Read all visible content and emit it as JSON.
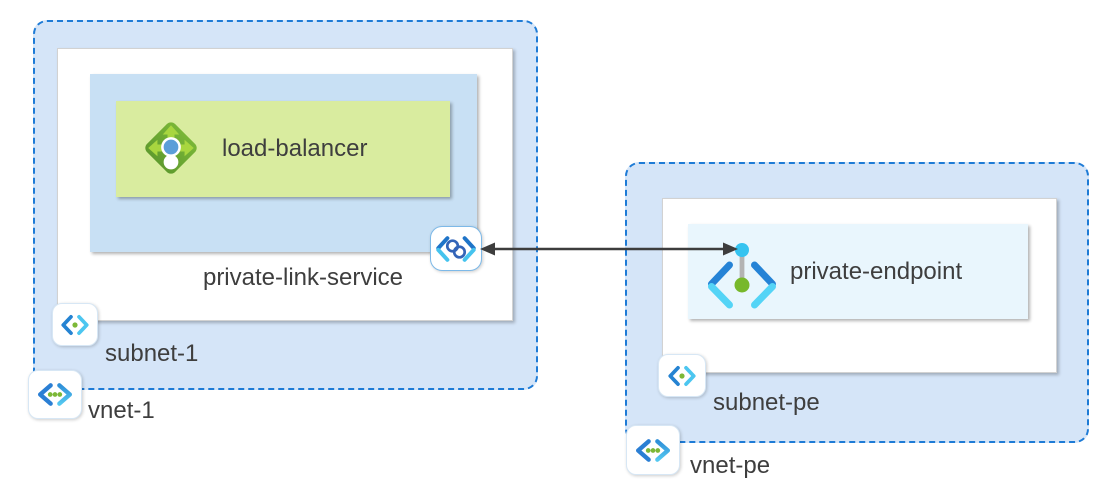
{
  "diagram": {
    "type": "azure-private-link-network-diagram",
    "left_group": {
      "vnet_label": "vnet-1",
      "subnet_label": "subnet-1",
      "private_link_service_label": "private-link-service",
      "load_balancer_label": "load-balancer"
    },
    "right_group": {
      "vnet_label": "vnet-pe",
      "subnet_label": "subnet-pe",
      "private_endpoint_label": "private-endpoint"
    },
    "icons": {
      "load_balancer": "load-balancer-icon",
      "private_link_service": "private-link-service-icon",
      "private_endpoint": "private-endpoint-icon",
      "subnet": "subnet-icon",
      "virtual_network": "virtual-network-icon",
      "connector": "bidirectional-arrow"
    },
    "colors": {
      "vnet_fill": "#d5e5f8",
      "vnet_border": "#1e7bd6",
      "subnet_fill": "#ffffff",
      "private_link_service_fill": "#c8e0f4",
      "load_balancer_fill": "#d9ec9f",
      "private_endpoint_fill": "#e9f6fd",
      "chevron_blue": "#2583d6",
      "chevron_cyan": "#54d4f6",
      "dot_green": "#7cb837",
      "arrow": "#3d3d3d",
      "text": "#3e3e3e"
    }
  }
}
